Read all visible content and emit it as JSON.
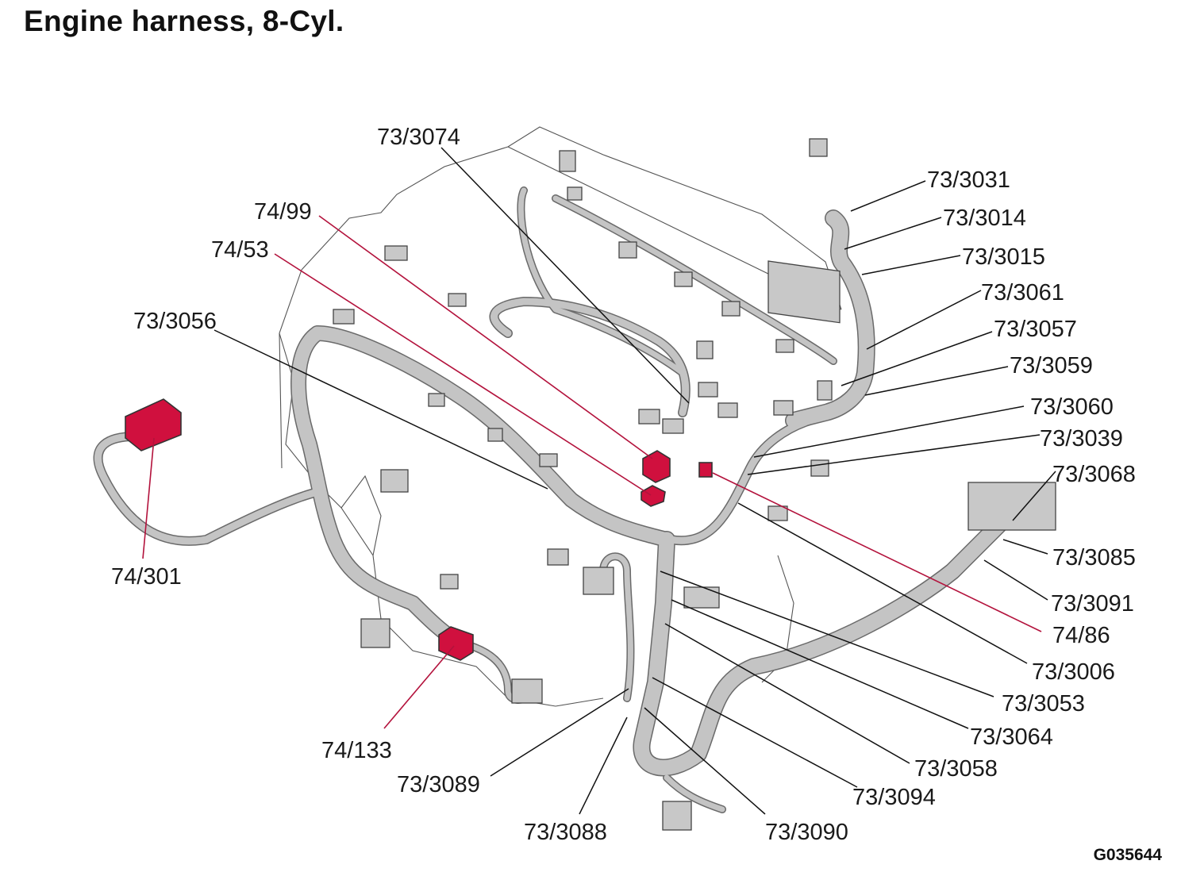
{
  "title": "Engine harness, 8-Cyl.",
  "figure_id": "G035644",
  "colors": {
    "highlight": "#d0103e",
    "harness": "#c4c4c4",
    "leader_red": "#b3123c",
    "leader_black": "#111111"
  },
  "callouts": [
    {
      "id": "73/3074",
      "leader": "black"
    },
    {
      "id": "74/99",
      "leader": "red"
    },
    {
      "id": "74/53",
      "leader": "red"
    },
    {
      "id": "73/3056",
      "leader": "black"
    },
    {
      "id": "74/301",
      "leader": "red"
    },
    {
      "id": "74/133",
      "leader": "red"
    },
    {
      "id": "73/3089",
      "leader": "black"
    },
    {
      "id": "73/3088",
      "leader": "black"
    },
    {
      "id": "73/3090",
      "leader": "black"
    },
    {
      "id": "73/3094",
      "leader": "black"
    },
    {
      "id": "73/3058",
      "leader": "black"
    },
    {
      "id": "73/3064",
      "leader": "black"
    },
    {
      "id": "73/3053",
      "leader": "black"
    },
    {
      "id": "73/3006",
      "leader": "black"
    },
    {
      "id": "74/86",
      "leader": "red"
    },
    {
      "id": "73/3091",
      "leader": "black"
    },
    {
      "id": "73/3085",
      "leader": "black"
    },
    {
      "id": "73/3068",
      "leader": "black"
    },
    {
      "id": "73/3039",
      "leader": "black"
    },
    {
      "id": "73/3060",
      "leader": "black"
    },
    {
      "id": "73/3059",
      "leader": "black"
    },
    {
      "id": "73/3057",
      "leader": "black"
    },
    {
      "id": "73/3061",
      "leader": "black"
    },
    {
      "id": "73/3015",
      "leader": "black"
    },
    {
      "id": "73/3014",
      "leader": "black"
    },
    {
      "id": "73/3031",
      "leader": "black"
    }
  ]
}
